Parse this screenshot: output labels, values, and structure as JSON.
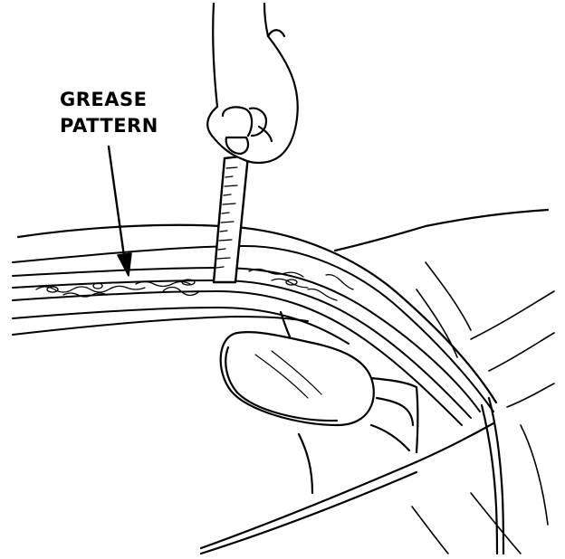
{
  "callout": {
    "line1": "GREASE",
    "line2": "PATTERN"
  },
  "colors": {
    "ink": "#000000",
    "paper": "#ffffff"
  },
  "icons": [
    "hand",
    "ruler",
    "arrow",
    "mirror"
  ]
}
